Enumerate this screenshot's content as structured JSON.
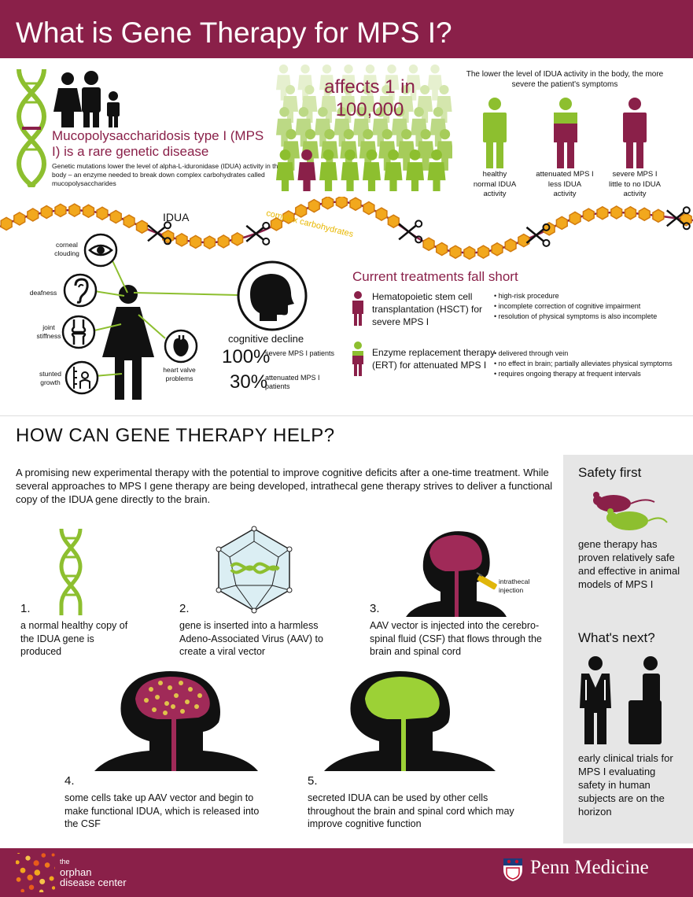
{
  "header": {
    "title": "What is Gene Therapy for MPS I?"
  },
  "intro": {
    "mps_title": "Mucopolysaccharidosis type I (MPS I) is a rare genetic disease",
    "mps_desc": "Genetic mutations lower the level of alpha-L-iduronidase (IDUA) activity in the body – an enzyme needed to break down complex carbohydrates called mucopolysaccharides",
    "affects": "affects 1 in 100,000",
    "idua_heading": "The lower the level of IDUA activity in the body, the more severe the patient's symptoms",
    "levels": [
      {
        "line1": "healthy",
        "line2": "normal IDUA",
        "line3": "activity"
      },
      {
        "line1": "attenuated MPS I",
        "line2": "less IDUA",
        "line3": "activity"
      },
      {
        "line1": "severe MPS I",
        "line2": "little to no IDUA",
        "line3": "activity"
      }
    ]
  },
  "chain": {
    "idua_label": "IDUA",
    "carb_label": "complex carbohydrates"
  },
  "symptoms": {
    "corneal": "corneal clouding",
    "deafness": "deafness",
    "joint": "joint stiffness",
    "growth": "stunted growth",
    "heart": "heart valve problems",
    "cognitive": "cognitive decline",
    "pct_severe": "100%",
    "pct_severe_desc": "severe MPS I patients",
    "pct_att": "30%",
    "pct_att_desc": "attenuated MPS I patients"
  },
  "treatments": {
    "title": "Current treatments fall short",
    "hsct": {
      "name": "Hematopoietic stem cell transplantation (HSCT) for severe MPS I",
      "points": [
        "high-risk procedure",
        "incomplete correction of cognitive impairment",
        "resolution of physical symptoms is also incomplete"
      ]
    },
    "ert": {
      "name": "Enzyme replacement therapy (ERT) for attenuated MPS I",
      "points": [
        "delivered through vein",
        "no effect in brain; partially alleviates physical symptoms",
        "requires ongoing therapy at frequent intervals"
      ]
    }
  },
  "gene_therapy": {
    "title": "HOW CAN GENE THERAPY HELP?",
    "intro": "A promising new experimental therapy with the potential to improve cognitive deficits after a one-time treatment. While several approaches to MPS I gene therapy are being developed, intrathecal gene therapy strives to deliver a functional copy of the IDUA gene directly to the brain.",
    "steps": [
      {
        "num": "1.",
        "text": "a normal healthy copy of the IDUA gene is produced"
      },
      {
        "num": "2.",
        "text": "gene is inserted into a harmless Adeno-Associated Virus (AAV) to create a viral vector"
      },
      {
        "num": "3.",
        "text": "AAV vector is injected into the cerebro-spinal fluid (CSF) that flows through the brain and spinal cord"
      },
      {
        "num": "4.",
        "text": "some cells take up AAV vector and begin to make functional IDUA, which is released into the CSF"
      },
      {
        "num": "5.",
        "text": "secreted IDUA can be used by other cells throughout the brain and spinal cord which may improve cognitive function"
      }
    ],
    "injection_label": "intrathecal injection"
  },
  "sidebar": {
    "safety_title": "Safety first",
    "safety_text": "gene therapy has proven relatively safe and effective in animal models of MPS I",
    "next_title": "What's next?",
    "next_text": "early clinical trials for MPS I evaluating safety in human subjects are on the horizon"
  },
  "footer": {
    "org_line1": "the",
    "org_line2": "orphan",
    "org_line3": "disease center",
    "brand": "Penn Medicine"
  },
  "colors": {
    "maroon": "#8a2049",
    "green": "#8dbf2f",
    "gold": "#f2a81d"
  }
}
